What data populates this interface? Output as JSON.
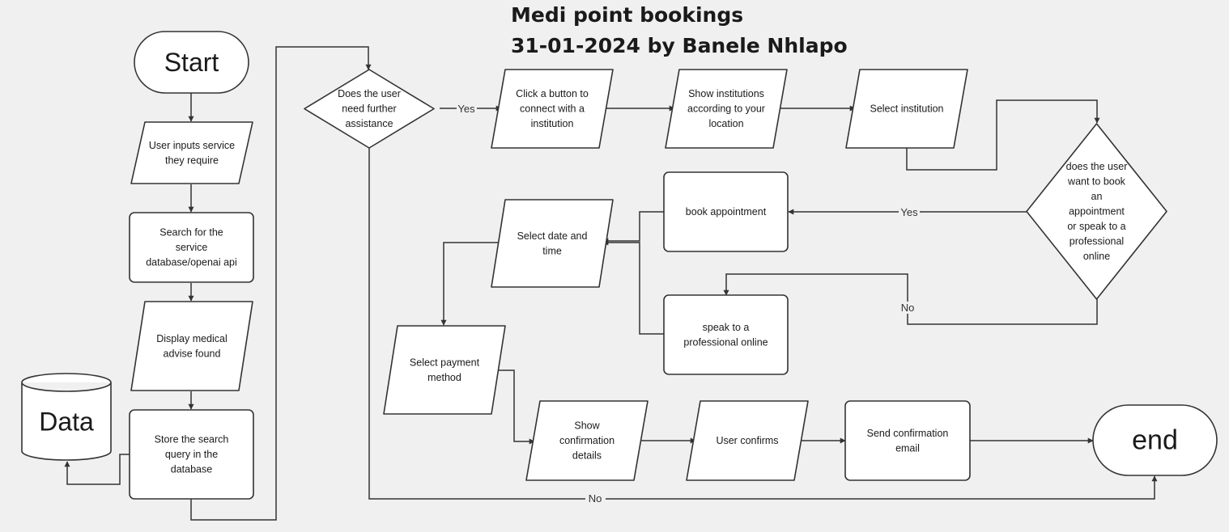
{
  "title": {
    "line1": "Medi point bookings",
    "line2": "31-01-2024 by Banele Nhlapo"
  },
  "nodes": {
    "start": "Start",
    "user_inputs": [
      "User inputs service",
      "they require"
    ],
    "search": [
      "Search for the",
      "service",
      "database/openai api"
    ],
    "display_advice": [
      "Display medical",
      "advise found"
    ],
    "store_query": [
      "Store the search",
      "query in the",
      "database"
    ],
    "data": "Data",
    "decision_assistance": [
      "Does the user",
      "need further",
      "assistance"
    ],
    "click_connect": [
      "Click a button to",
      "connect with a",
      "institution"
    ],
    "show_institutions": [
      "Show institutions",
      "according to your",
      "location"
    ],
    "select_institution": [
      "Select institution"
    ],
    "decision_book": [
      "does the user",
      "want to book",
      "an",
      "appointment",
      "or speak to a",
      "professional",
      "online"
    ],
    "book_appointment": [
      "book appointment"
    ],
    "speak_professional": [
      "speak to a",
      "professional online"
    ],
    "select_datetime": [
      "Select date and",
      "time"
    ],
    "select_payment": [
      "Select payment",
      "method"
    ],
    "show_confirmation": [
      "Show",
      "confirmation",
      "details"
    ],
    "user_confirms": [
      "User confirms"
    ],
    "send_email": [
      "Send confirmation",
      "email"
    ],
    "end": "end"
  },
  "edges": {
    "yes_assistance": "Yes",
    "yes_book": "Yes",
    "no_book": "No",
    "no_assistance": "No"
  },
  "colors": {
    "background": "#f0f0f0",
    "shape_fill": "#ffffff",
    "stroke": "#333333",
    "text": "#1a1a1a"
  }
}
